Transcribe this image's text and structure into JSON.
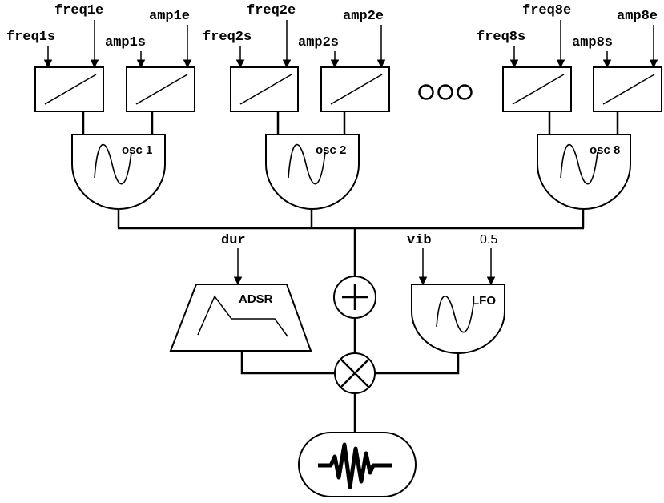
{
  "envelope_groups": [
    {
      "freq_start": "freq1s",
      "freq_end": "freq1e",
      "amp_start": "amp1s",
      "amp_end": "amp1e",
      "osc_label": "osc 1"
    },
    {
      "freq_start": "freq2s",
      "freq_end": "freq2e",
      "amp_start": "amp2s",
      "amp_end": "amp2e",
      "osc_label": "osc 2"
    },
    {
      "freq_start": "freq8s",
      "freq_end": "freq8e",
      "amp_start": "amp8s",
      "amp_end": "amp8e",
      "osc_label": "osc 8"
    }
  ],
  "ellipsis": "ooo",
  "envelope": {
    "input_label": "dur",
    "label": "ADSR"
  },
  "lfo": {
    "input_rate": "vib",
    "input_amp": "0.5",
    "label": "LFO"
  }
}
